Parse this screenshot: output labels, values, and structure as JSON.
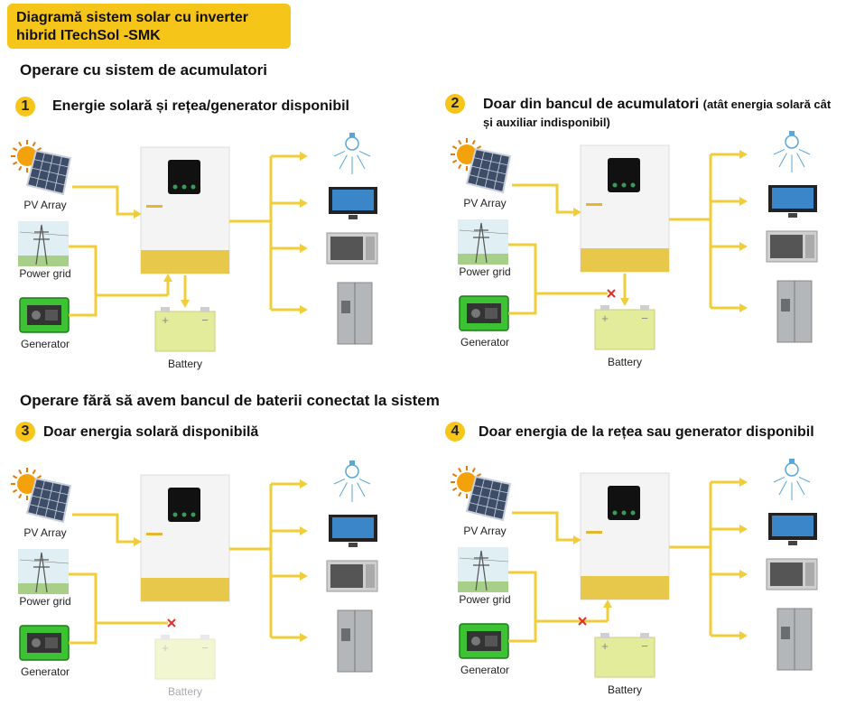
{
  "header": {
    "title": "Diagramă sistem solar cu inverter hibrid ITechSol -SMK"
  },
  "section1": {
    "title": "Operare cu sistem de acumulatori"
  },
  "section2": {
    "title": "Operare fără să avem bancul de baterii conectat la sistem"
  },
  "labels": {
    "pv": "PV Array",
    "grid": "Power grid",
    "gen": "Generator",
    "battery": "Battery"
  },
  "scenarios": [
    {
      "num": "1",
      "title": "Energie solară și rețea/generator disponibil",
      "note": ""
    },
    {
      "num": "2",
      "title": "Doar din bancul de acumulatori",
      "note": "(atât energia solară cât și auxiliar indisponibil)"
    },
    {
      "num": "3",
      "title": "Doar energia solară disponibilă",
      "note": ""
    },
    {
      "num": "4",
      "title": "Doar energia de la rețea sau generator disponibil",
      "note": ""
    }
  ],
  "colors": {
    "accent": "#f6c51a",
    "flow": "#f2cd3a",
    "cross": "#e0302a",
    "battery": "#e3ec9a"
  }
}
